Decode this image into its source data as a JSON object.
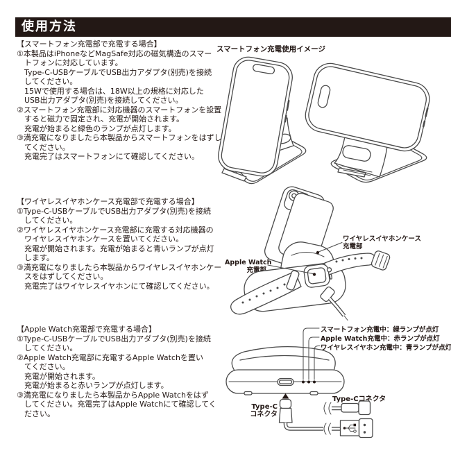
{
  "header": {
    "title": "使用方法"
  },
  "sections": [
    {
      "lines": [
        "【スマートフォン充電部で充電する場合】",
        "①本製品はiPhoneなどMagSafe対応の磁気構造のスマー",
        "トフォンに対応しています。",
        "Type-C-USBケーブルでUSB出力アダプタ(別売)を接続",
        "してください。",
        "15Wで使用する場合は、18W以上の規格に対応した",
        "USB出力アダプタ(別売)を接続してください。",
        "②スマートフォン充電部に対応機器のスマートフォンを設置",
        "すると磁力で固定され、充電が開始されます。",
        "充電が始まると緑色のランプが点灯します。",
        "③満充電になりましたら本製品からスマートフォンをはずし",
        "てください。",
        "充電完了はスマートフォンにて確認してください。"
      ]
    },
    {
      "lines": [
        "【ワイヤレスイヤホンケース充電部で充電する場合】",
        "①Type-C-USBケーブルでUSB出力アダプタ(別売)を接続",
        "してください。",
        "②ワイヤレスイヤホンケース充電部に充電する対応機器の",
        "ワイヤレスイヤホンケースを置いてください。",
        "充電が開始されます。充電が始まると青いランプが点灯",
        "します。",
        "③満充電になりましたら本製品からワイヤレスイヤホンケー",
        "スをはずしてください。",
        "充電完了はワイヤレスイヤホンにて確認してください。"
      ]
    },
    {
      "lines": [
        "【Apple Watch充電部で充電する場合】",
        "①Type-C-USBケーブルでUSB出力アダプタ(別売)を接続",
        "してください。",
        "②Apple Watch充電部に充電するApple Watchを置い",
        "てください。",
        "充電が開始されます。",
        "充電が始まると赤いランプが点灯します。",
        "③満充電になりましたら本製品からApple Watchをはず",
        "してください。充電完了はApple Watchにて確認してく",
        "ださい。"
      ]
    }
  ],
  "figures": {
    "smartphone_image_label": "スマートフォン充電使用イメージ",
    "earphone_area_label_line1": "ワイヤレスイヤホンケース",
    "earphone_area_label_line2": "充電部",
    "watch_area_label_line1": "Apple Watch",
    "watch_area_label_line2": "充電部",
    "lamp_label_smartphone": "スマートフォン充電中：緑ランプが点灯",
    "lamp_label_watch": "Apple Watch充電中：赤ランプが点灯",
    "lamp_label_earphone": "ワイヤレスイヤホン充電中：青ランプが点灯",
    "typec_left_label_line1": "Type-C",
    "typec_left_label_line2": "コネクタ",
    "typec_right_label": "Type-Cコネクタ"
  },
  "colors": {
    "header_bg": "#231815",
    "text": "#231815",
    "line_art": "#4a4a4a"
  }
}
